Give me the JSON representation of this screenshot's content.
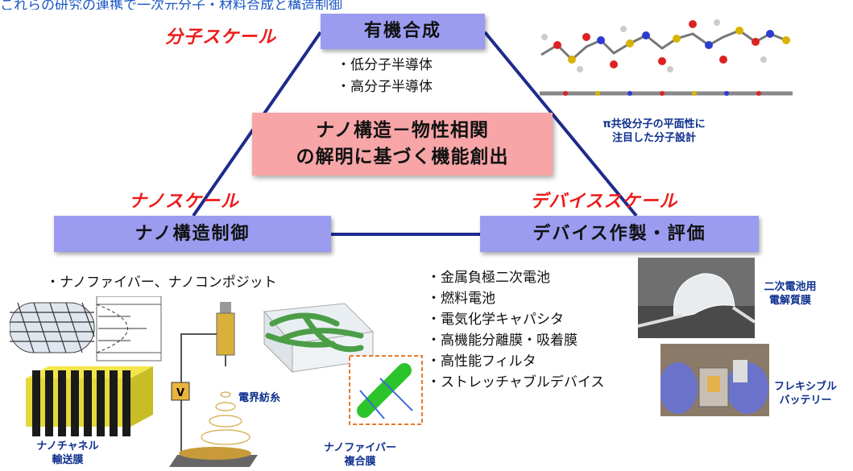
{
  "top_caption": "これらの研究の連携で一次元分子・材料合成と構造制御",
  "synthesis": {
    "label": "有機合成",
    "scale": "分子スケール",
    "items": [
      "・低分子半導体",
      "・高分子半導体"
    ]
  },
  "center": {
    "line1": "ナノ構造－物性相関",
    "line2": "の解明に基づく機能創出"
  },
  "nano": {
    "label": "ナノ構造制御",
    "scale": "ナノスケール",
    "headline": "・ナノファイバー、ナノコンポジット",
    "captions": {
      "channel_1": "ナノチャネル",
      "channel_2": "輸送膜",
      "electrospin": "電界紡糸",
      "fiber_1": "ナノファイバー",
      "fiber_2": "複合膜"
    },
    "voltage_symbol": "V"
  },
  "device": {
    "label": "デバイス作製・評価",
    "scale": "デバイススケール",
    "items": [
      "・金属負極二次電池",
      "・燃料電池",
      "・電気化学キャパシタ",
      "・高機能分離膜・吸着膜",
      "・高性能フィルタ",
      "・ストレッチャブルデバイス"
    ],
    "photo1_caption_1": "二次電池用",
    "photo1_caption_2": "電解質膜",
    "photo2_caption_1": "フレキシブル",
    "photo2_caption_2": "バッテリー"
  },
  "molecule": {
    "caption_1": "π共役分子の平面性に",
    "caption_2": "注目した分子設計"
  },
  "colors": {
    "box_blue": "#9b9cf0",
    "box_pink": "#f7a5a7",
    "scale_red": "#ee1b1b",
    "caption_blue": "#0d2f8e",
    "connector": "#1f2a8c"
  }
}
